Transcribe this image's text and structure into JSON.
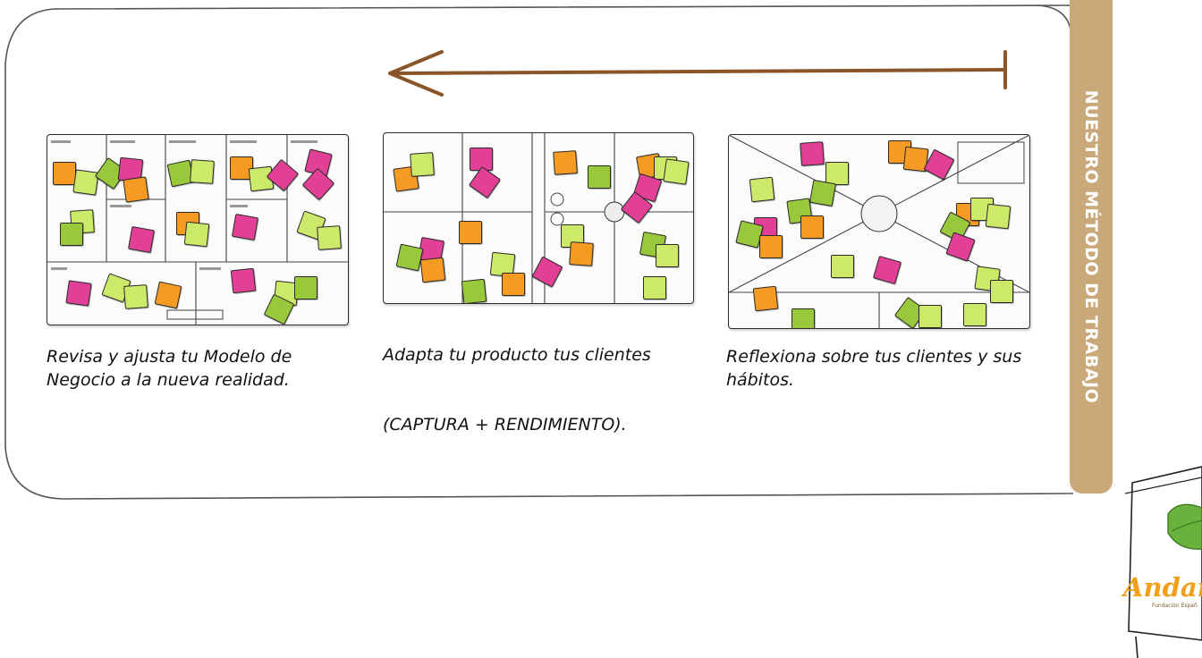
{
  "side_tab": {
    "title": "NUESTRO MÉTODO DE TRABAJO"
  },
  "steps": [
    {
      "caption": "Revisa y ajusta tu Modelo de Negocio a la nueva realidad."
    },
    {
      "caption": "Adapta tu producto tus clientes",
      "caption_extra": "(CAPTURA + RENDIMIENTO)."
    },
    {
      "caption": "Reflexiona sobre tus clientes y sus hábitos."
    }
  ],
  "logo": {
    "text": "Andan",
    "tagline": "Fundación Españ"
  },
  "colors": {
    "tab": "#c9a879",
    "arrow": "#8a5529",
    "orange": "#f59a23",
    "pink": "#e23f96",
    "lime": "#cde96a",
    "green": "#9ac83c",
    "logo_green": "#6ab23e",
    "logo_orange": "#f2a01b"
  }
}
